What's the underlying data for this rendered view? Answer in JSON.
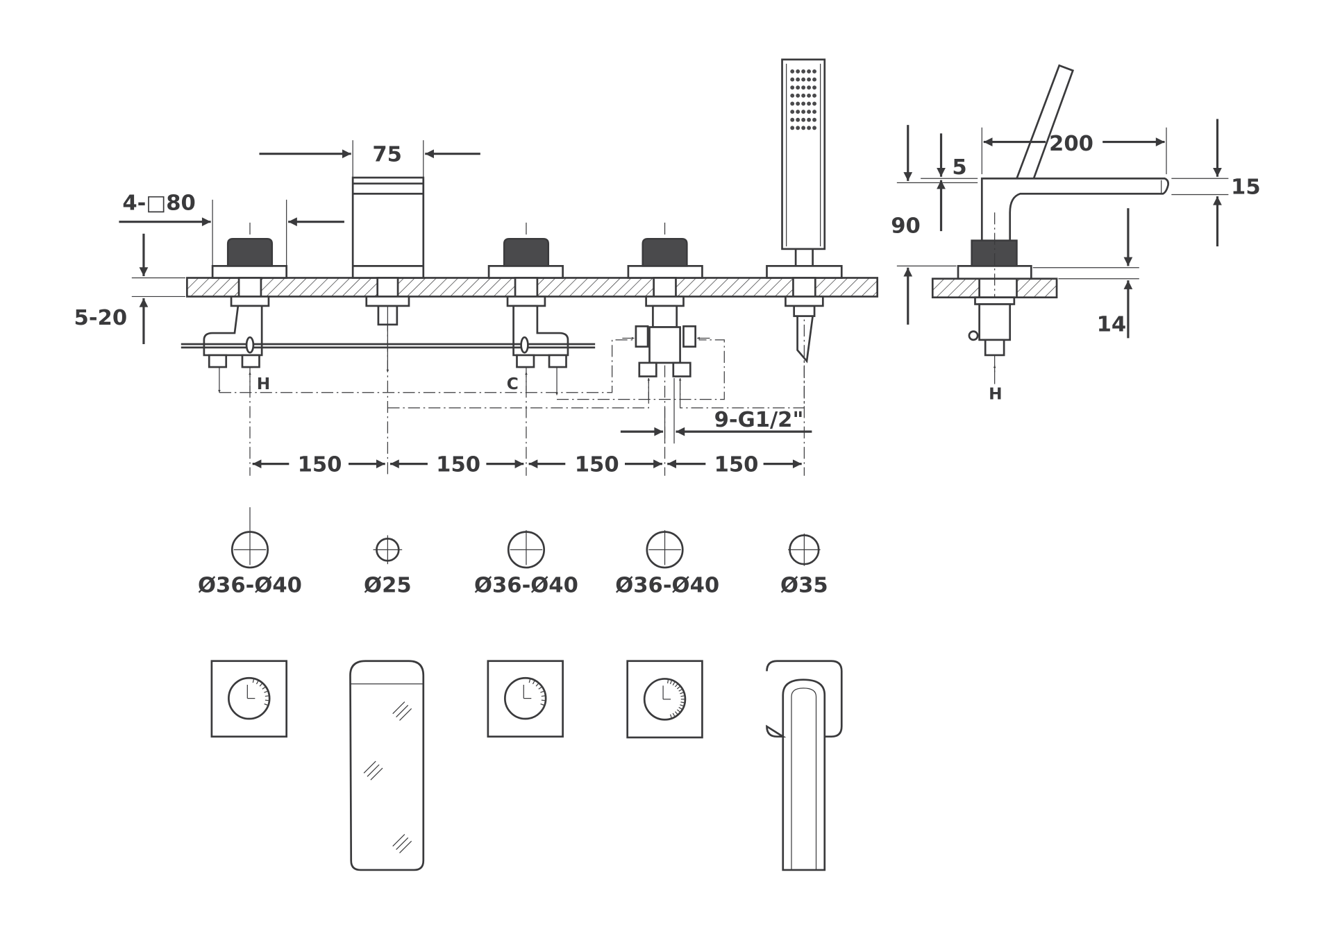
{
  "drawing": {
    "front_view": {
      "spout_width": "75",
      "handle_base_size": "4-□80",
      "deck_thickness": "5-20",
      "hot_inlet": "H",
      "cold_inlet": "C",
      "connection_thread": "9-G1/2\"",
      "spacings": [
        "150",
        "150",
        "150",
        "150"
      ]
    },
    "side_view": {
      "spout_reach": "200",
      "top_offset": "5",
      "height": "90",
      "spout_thickness": "15",
      "clearance": "14",
      "inlet": "H"
    },
    "hole_diameters": [
      "Ø36-Ø40",
      "Ø25",
      "Ø36-Ø40",
      "Ø36-Ø40",
      "Ø35"
    ]
  },
  "colors": {
    "line": "#3a3a3c",
    "knob": "#4a4a4c"
  }
}
